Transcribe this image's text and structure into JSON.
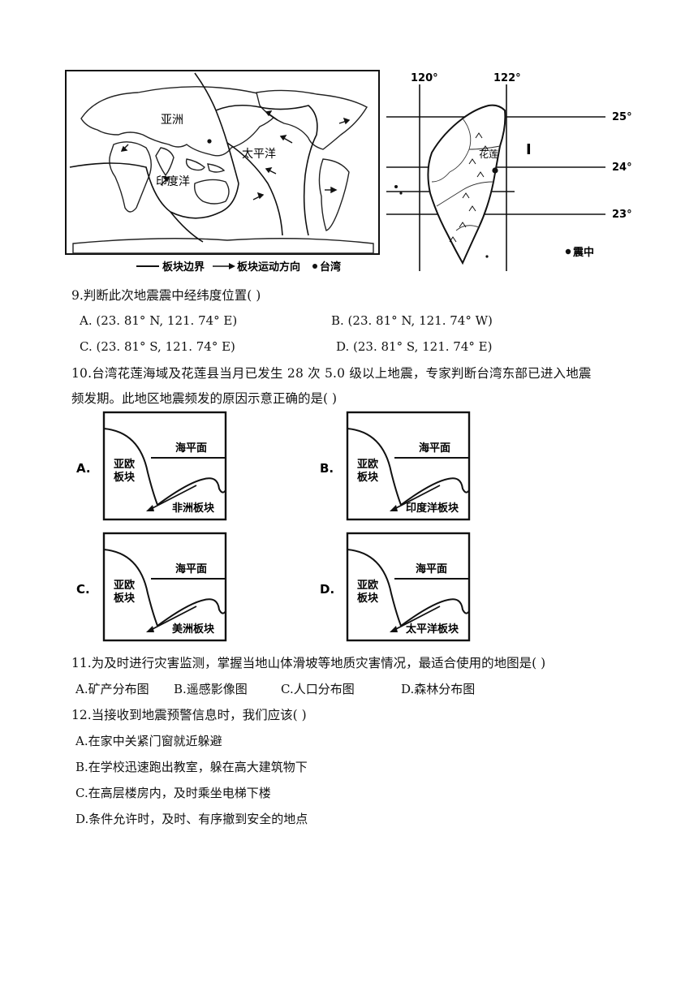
{
  "world_map": {
    "labels": {
      "asia": "亚洲",
      "pacific": "太平洋",
      "indian": "印度洋"
    },
    "legend": {
      "boundary": "板块边界",
      "motion": "板块运动方向",
      "taiwan": "台湾"
    }
  },
  "taiwan_map": {
    "lon_labels": [
      "120°",
      "122°"
    ],
    "lat_labels": [
      "25°",
      "24°",
      "23°"
    ],
    "city": "花莲",
    "north_symbol": "I",
    "legend_epicenter": "震中"
  },
  "q9": {
    "stem": "9.判断此次地震震中经纬度位置(   )",
    "options": {
      "A": "A. (23. 81° N, 121. 74° E)",
      "B": "B. (23. 81° N, 121. 74° W)",
      "C": "C. (23. 81° S, 121. 74° E)",
      "D": "D. (23. 81° S, 121. 74° E)"
    }
  },
  "q10": {
    "stem_line1": "10.台湾花莲海域及花莲县当月已发生 28 次 5.0 级以上地震，专家判断台湾东部已进入地震",
    "stem_line2": "频发期。此地区地震频发的原因示意正确的是( )",
    "panels": [
      {
        "letter": "A.",
        "upper": [
          "亚欧",
          "板块"
        ],
        "sea": "海平面",
        "lower": "非洲板块"
      },
      {
        "letter": "B.",
        "upper": [
          "亚欧",
          "板块"
        ],
        "sea": "海平面",
        "lower": "印度洋板块"
      },
      {
        "letter": "C.",
        "upper": [
          "亚欧",
          "板块"
        ],
        "sea": "海平面",
        "lower": "美洲板块"
      },
      {
        "letter": "D.",
        "upper": [
          "亚欧",
          "板块"
        ],
        "sea": "海平面",
        "lower": "太平洋板块"
      }
    ]
  },
  "q11": {
    "stem": "11.为及时进行灾害监测，掌握当地山体滑坡等地质灾害情况，最适合使用的地图是( )",
    "options": {
      "A": "A.矿产分布图",
      "B": "B.遥感影像图",
      "C": "C.人口分布图",
      "D": "D.森林分布图"
    }
  },
  "q12": {
    "stem": "12.当接收到地震预警信息时，我们应该(   )",
    "options": [
      "A.在家中关紧门窗就近躲避",
      "B.在学校迅速跑出教室，躲在高大建筑物下",
      "C.在高层楼房内，及时乘坐电梯下楼",
      "D.条件允许时，及时、有序撤到安全的地点"
    ]
  }
}
